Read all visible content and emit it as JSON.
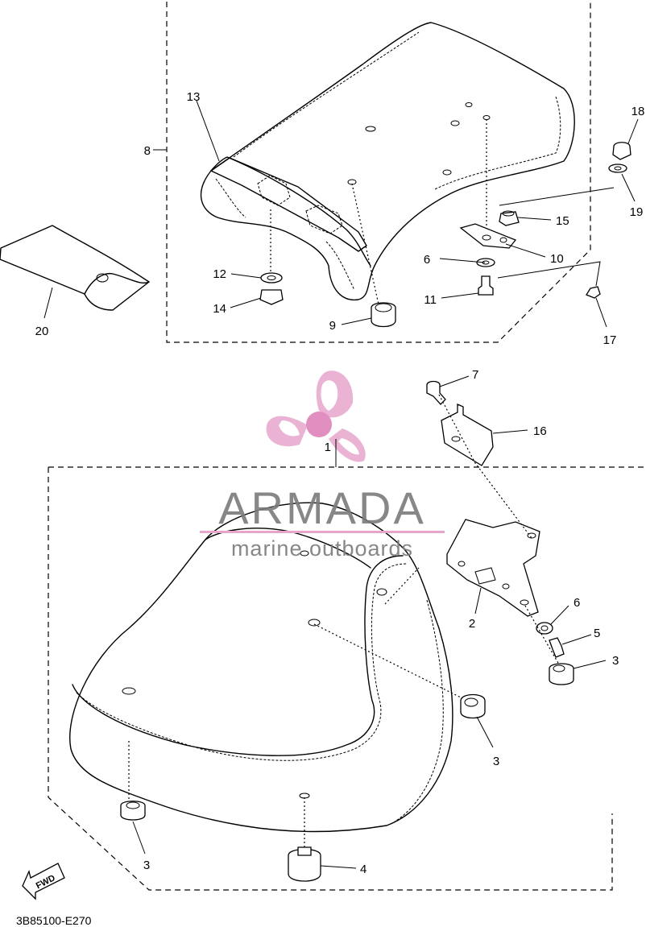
{
  "diagram": {
    "code": "3B85100-E270",
    "fwd_label": "FWD",
    "callouts": [
      {
        "id": "c1",
        "text": "1"
      },
      {
        "id": "c2",
        "text": "2"
      },
      {
        "id": "c3a",
        "text": "3"
      },
      {
        "id": "c3b",
        "text": "3"
      },
      {
        "id": "c3c",
        "text": "3"
      },
      {
        "id": "c4",
        "text": "4"
      },
      {
        "id": "c5",
        "text": "5"
      },
      {
        "id": "c6a",
        "text": "6"
      },
      {
        "id": "c6b",
        "text": "6"
      },
      {
        "id": "c7",
        "text": "7"
      },
      {
        "id": "c8",
        "text": "8"
      },
      {
        "id": "c9",
        "text": "9"
      },
      {
        "id": "c10",
        "text": "10"
      },
      {
        "id": "c11",
        "text": "11"
      },
      {
        "id": "c12",
        "text": "12"
      },
      {
        "id": "c13",
        "text": "13"
      },
      {
        "id": "c14",
        "text": "14"
      },
      {
        "id": "c15",
        "text": "15"
      },
      {
        "id": "c16",
        "text": "16"
      },
      {
        "id": "c17",
        "text": "17"
      },
      {
        "id": "c18",
        "text": "18"
      },
      {
        "id": "c19",
        "text": "19"
      },
      {
        "id": "c20",
        "text": "20"
      }
    ]
  },
  "watermark": {
    "brand": "ARMADA",
    "tagline": "marine outboards",
    "colors": {
      "text": "#7a7a7a",
      "accent": "#e6a6cc",
      "accent_dark": "#e18fc0"
    }
  }
}
